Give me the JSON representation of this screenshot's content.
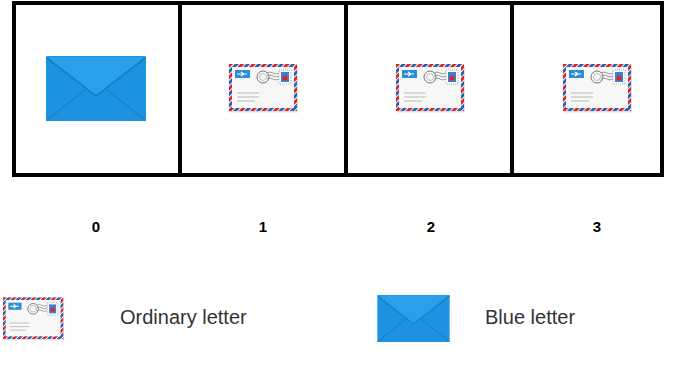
{
  "diagram": {
    "labels": [
      "0",
      "1",
      "2",
      "3"
    ],
    "legend": [
      {
        "text": "Ordinary letter"
      },
      {
        "text": "Blue letter"
      }
    ]
  }
}
